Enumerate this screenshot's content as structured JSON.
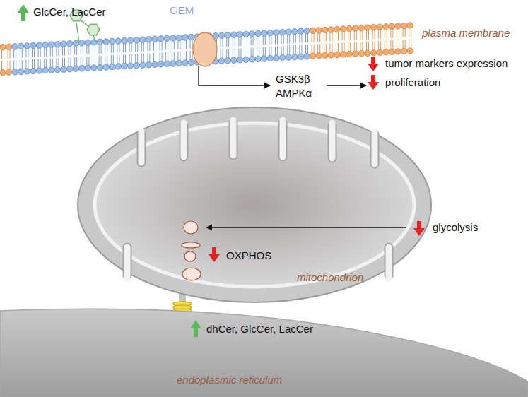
{
  "diagram": {
    "nodes": [
      {
        "text": [
          "OXPHOS",
          "mitochondrion"
        ]
      },
      {
        "text": [
          "dhCer, GlcCer, LacCer",
          "endoplasmic reticulum"
        ]
      }
    ],
    "labels": [
      "GlcCer, LacCer",
      "GEM",
      "plasma membrane",
      "GSK3β",
      "AMPKα",
      "tumor markers expression",
      "proliferation",
      "glycolysis"
    ]
  }
}
